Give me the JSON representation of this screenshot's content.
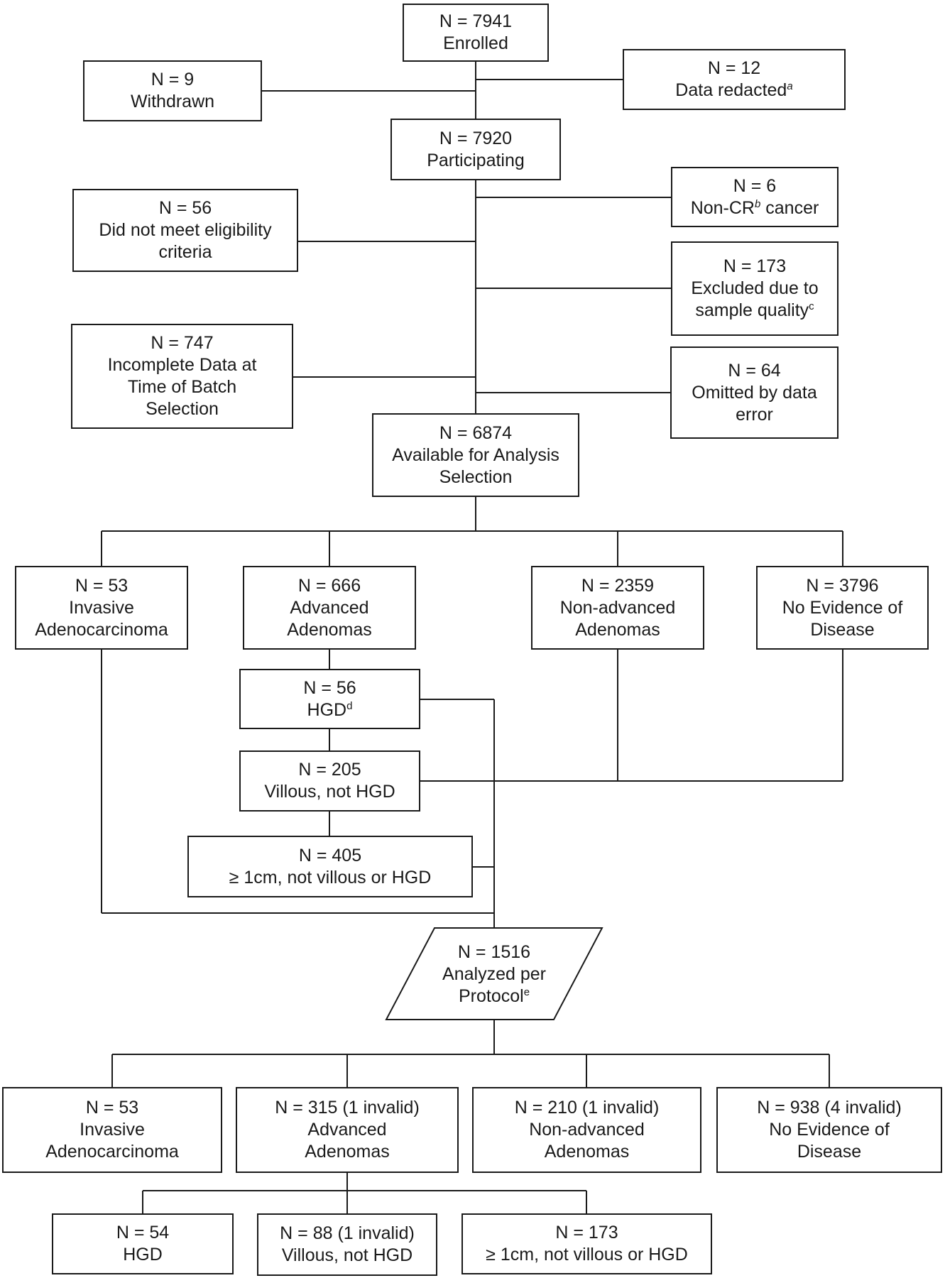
{
  "enrolled": {
    "n": "N = 7941",
    "label": "Enrolled"
  },
  "withdrawn": {
    "n": "N = 9",
    "label": "Withdrawn"
  },
  "data_redacted": {
    "n": "N = 12",
    "label": "Data redacted",
    "sup": "a"
  },
  "participating": {
    "n": "N = 7920",
    "label": "Participating"
  },
  "ineligible": {
    "n": "N = 56",
    "line1": "Did not meet eligibility",
    "line2": "criteria"
  },
  "non_cr_cancer": {
    "n": "N = 6",
    "pre": "Non-CR",
    "sup": "b",
    "post": " cancer"
  },
  "sample_quality": {
    "n": "N = 173",
    "line1": "Excluded due to",
    "line2": "sample quality",
    "sup": "c"
  },
  "incomplete_data": {
    "n": "N = 747",
    "line1": "Incomplete Data at",
    "line2": "Time of Batch",
    "line3": "Selection"
  },
  "data_error": {
    "n": "N = 64",
    "line1": "Omitted by data",
    "line2": "error"
  },
  "available": {
    "n": "N = 6874",
    "line1": "Available for Analysis",
    "line2": "Selection"
  },
  "cohort": {
    "invasive": {
      "n": "N = 53",
      "line1": "Invasive",
      "line2": "Adenocarcinoma"
    },
    "advanced": {
      "n": "N = 666",
      "line1": "Advanced",
      "line2": "Adenomas"
    },
    "nonadvanced": {
      "n": "N = 2359",
      "line1": "Non-advanced",
      "line2": "Adenomas"
    },
    "ned": {
      "n": "N =  3796",
      "line1": "No Evidence of",
      "line2": "Disease"
    }
  },
  "advanced_sub": {
    "hgd": {
      "n": "N = 56",
      "label": "HGD",
      "sup": "d"
    },
    "villous": {
      "n": "N = 205",
      "label": "Villous, not HGD"
    },
    "ge1cm": {
      "n": "N = 405",
      "label": "≥ 1cm, not villous or HGD"
    }
  },
  "analyzed": {
    "n": "N = 1516",
    "line1": "Analyzed per",
    "line2": "Protocol",
    "sup": "e"
  },
  "results": {
    "invasive": {
      "n": "N = 53",
      "line1": "Invasive",
      "line2": "Adenocarcinoma"
    },
    "advanced": {
      "n": "N = 315 (1 invalid)",
      "line1": "Advanced",
      "line2": "Adenomas"
    },
    "nonadvanced": {
      "n": "N = 210 (1 invalid)",
      "line1": "Non-advanced",
      "line2": "Adenomas"
    },
    "ned": {
      "n": "N = 938 (4 invalid)",
      "line1": "No Evidence of",
      "line2": "Disease"
    }
  },
  "results_sub": {
    "hgd": {
      "n": "N = 54",
      "label": "HGD"
    },
    "villous": {
      "n": "N = 88 (1 invalid)",
      "label": "Villous, not HGD"
    },
    "ge1cm": {
      "n": "N = 173",
      "label": "≥ 1cm, not villous or HGD"
    }
  }
}
